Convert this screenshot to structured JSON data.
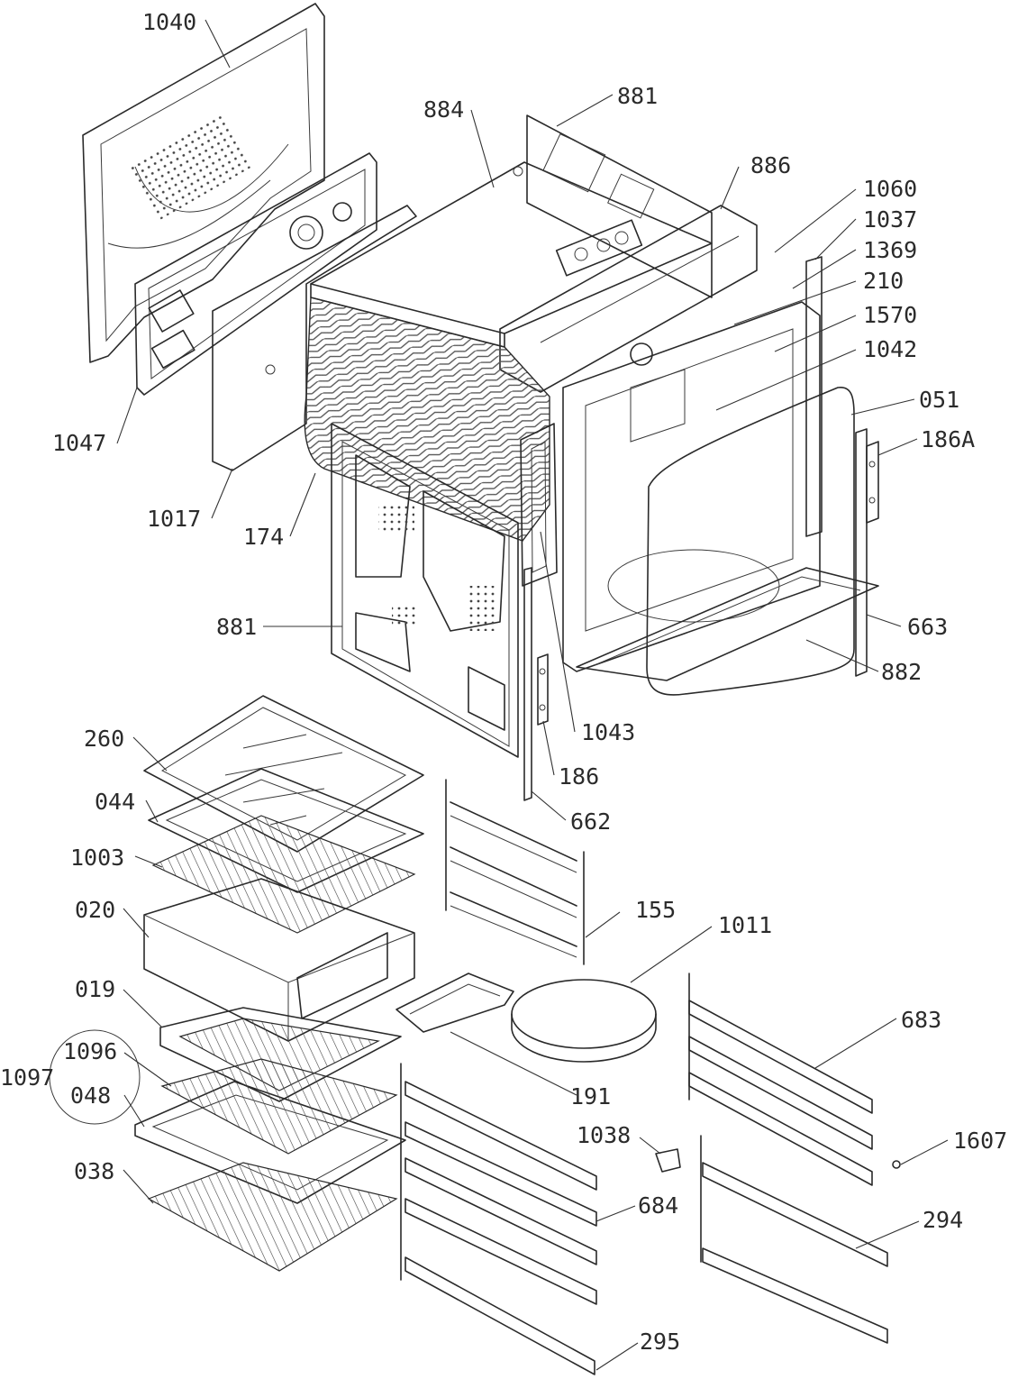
{
  "diagram": {
    "callouts": [
      {
        "id": "c1040",
        "text": "1040"
      },
      {
        "id": "c884",
        "text": "884"
      },
      {
        "id": "c881a",
        "text": "881"
      },
      {
        "id": "c886",
        "text": "886"
      },
      {
        "id": "c1060",
        "text": "1060"
      },
      {
        "id": "c1037",
        "text": "1037"
      },
      {
        "id": "c1369",
        "text": "1369"
      },
      {
        "id": "c210",
        "text": "210"
      },
      {
        "id": "c1570",
        "text": "1570"
      },
      {
        "id": "c1042",
        "text": "1042"
      },
      {
        "id": "c051",
        "text": "051"
      },
      {
        "id": "c186A",
        "text": "186A"
      },
      {
        "id": "c1047",
        "text": "1047"
      },
      {
        "id": "c1017",
        "text": "1017"
      },
      {
        "id": "c174",
        "text": "174"
      },
      {
        "id": "c881b",
        "text": "881"
      },
      {
        "id": "c663",
        "text": "663"
      },
      {
        "id": "c882",
        "text": "882"
      },
      {
        "id": "c1043",
        "text": "1043"
      },
      {
        "id": "c186",
        "text": "186"
      },
      {
        "id": "c662",
        "text": "662"
      },
      {
        "id": "c260",
        "text": "260"
      },
      {
        "id": "c044",
        "text": "044"
      },
      {
        "id": "c1003",
        "text": "1003"
      },
      {
        "id": "c020",
        "text": "020"
      },
      {
        "id": "c155",
        "text": "155"
      },
      {
        "id": "c1011",
        "text": "1011"
      },
      {
        "id": "c019",
        "text": "019"
      },
      {
        "id": "c683",
        "text": "683"
      },
      {
        "id": "c1096",
        "text": "1096"
      },
      {
        "id": "c1097",
        "text": "1097"
      },
      {
        "id": "c048",
        "text": "048"
      },
      {
        "id": "c191",
        "text": "191"
      },
      {
        "id": "c1038",
        "text": "1038"
      },
      {
        "id": "c1607",
        "text": "1607"
      },
      {
        "id": "c038",
        "text": "038"
      },
      {
        "id": "c684",
        "text": "684"
      },
      {
        "id": "c294",
        "text": "294"
      },
      {
        "id": "c295",
        "text": "295"
      }
    ]
  }
}
